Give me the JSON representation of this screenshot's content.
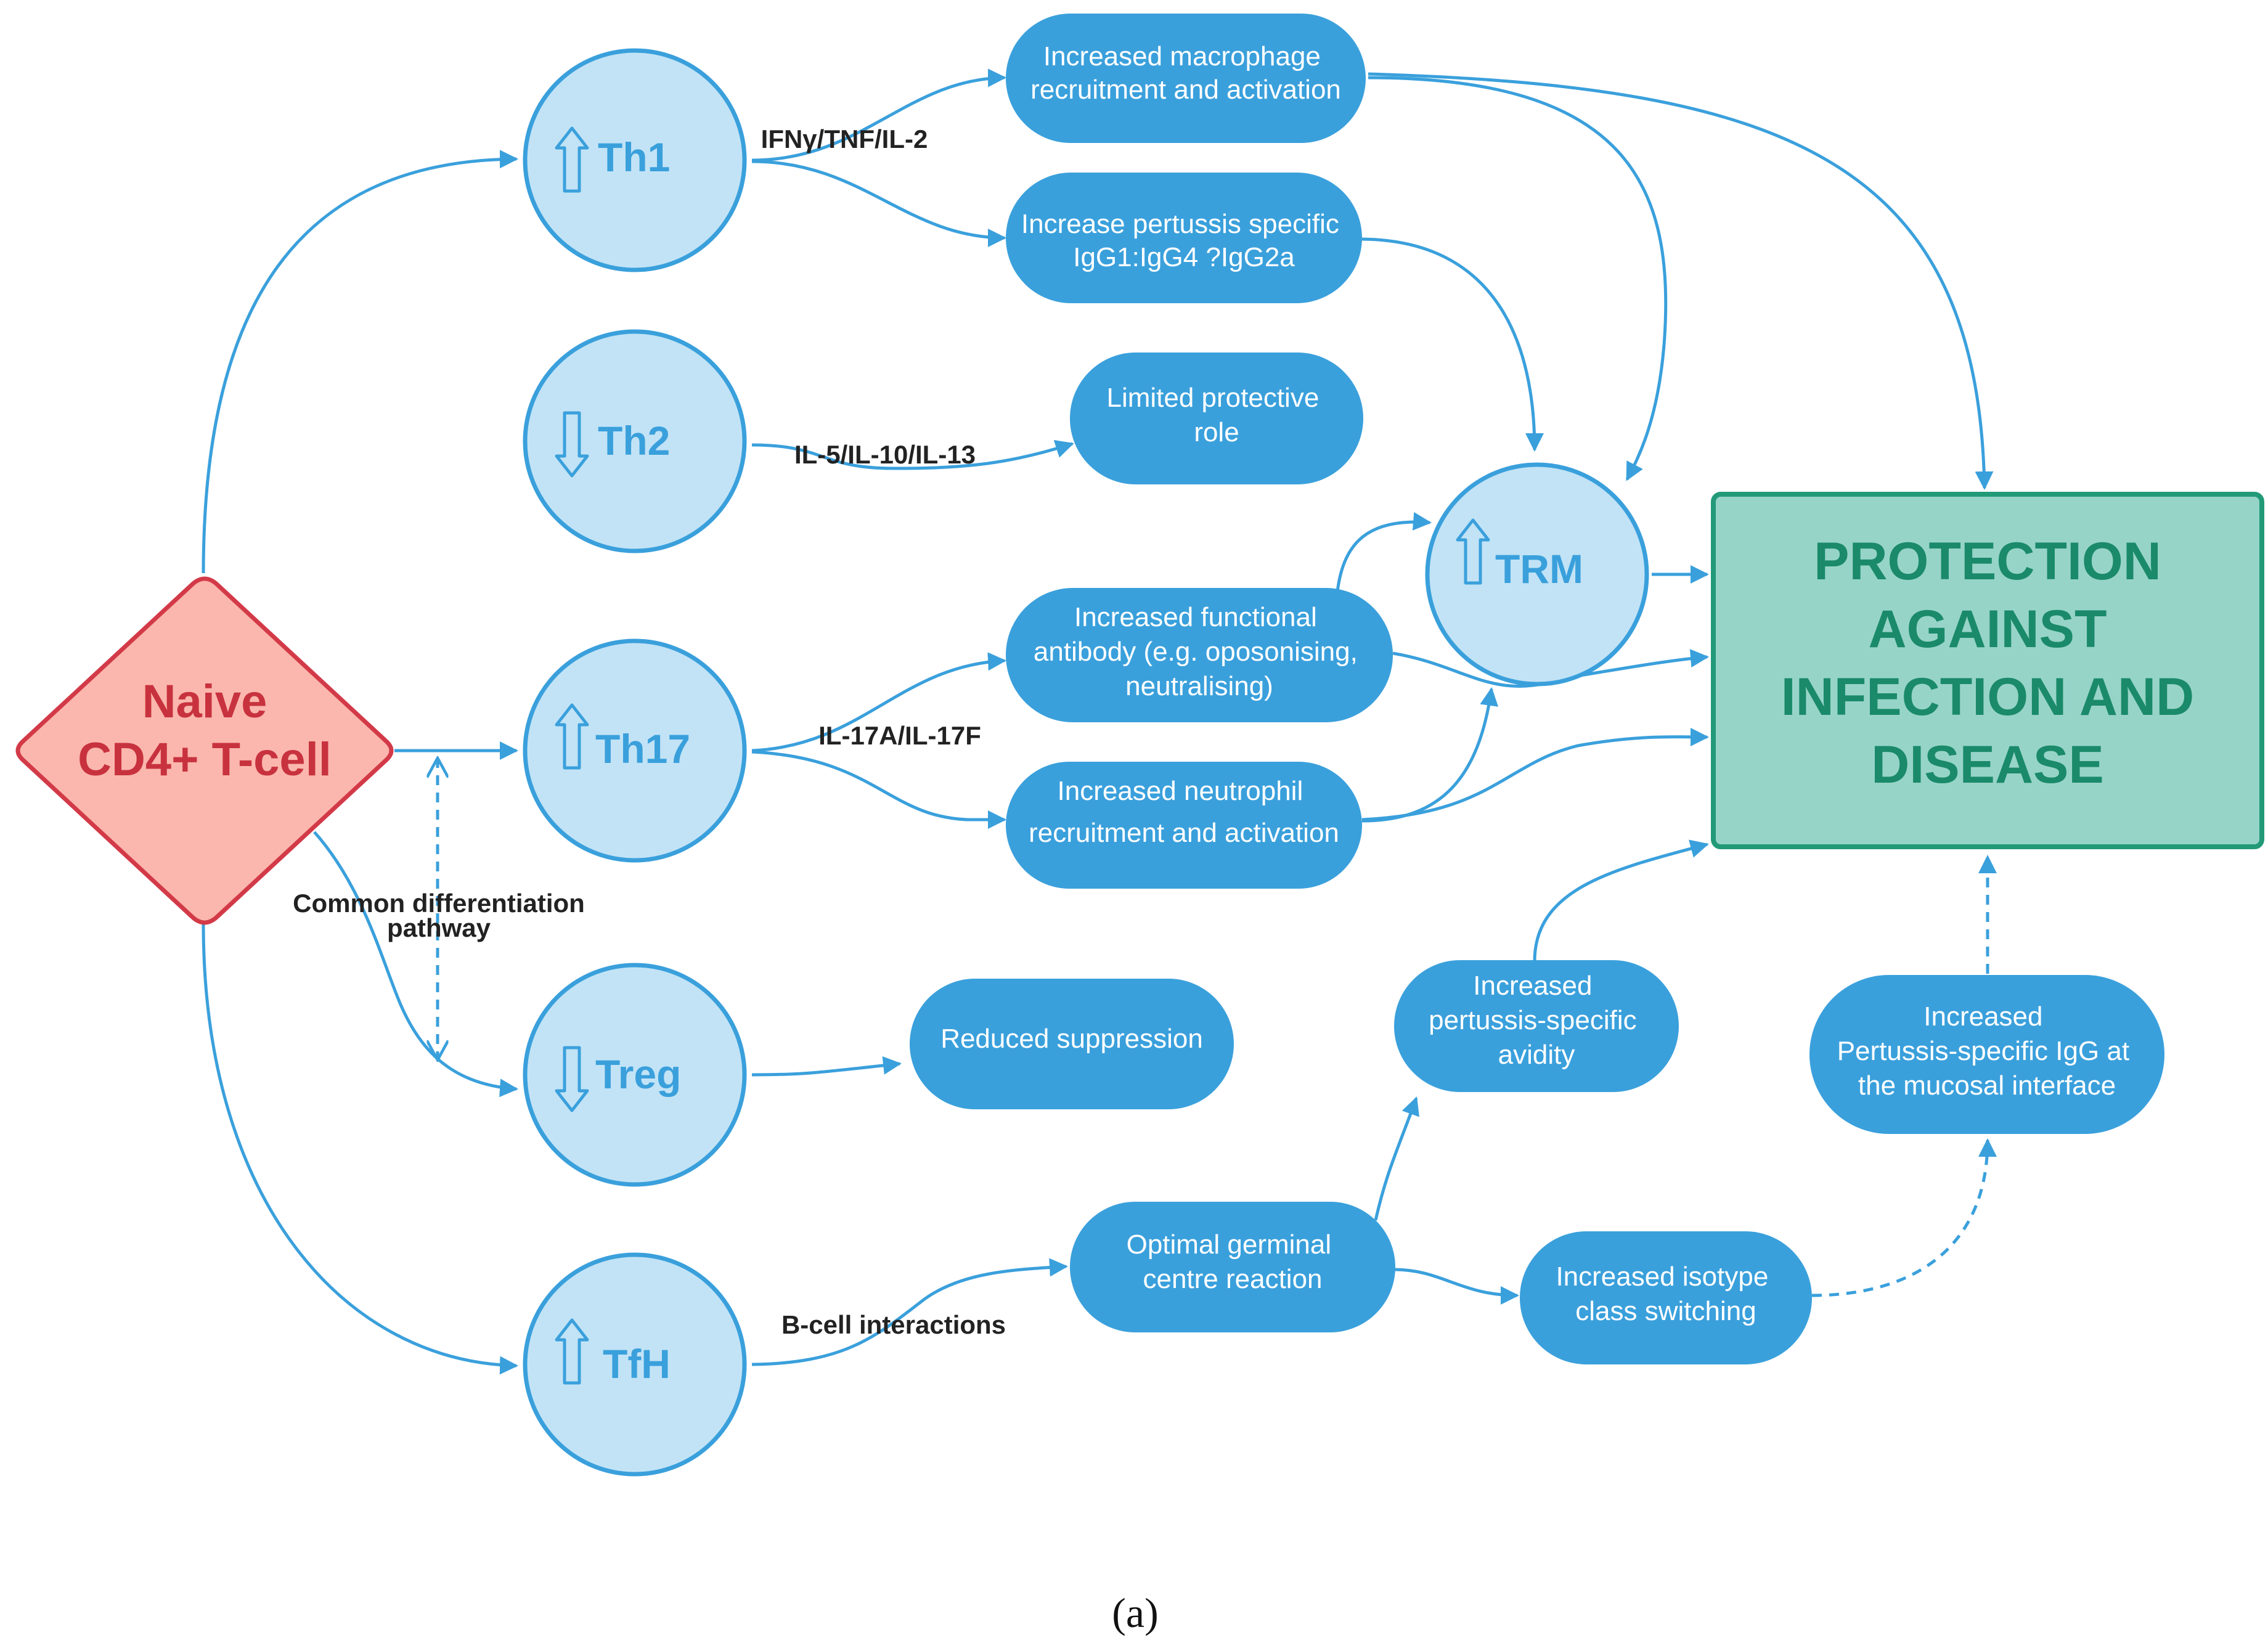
{
  "naive": {
    "line1": "Naive",
    "line2": "CD4+ T-cell"
  },
  "cells": {
    "th1": {
      "label": "Th1",
      "direction": "up"
    },
    "th2": {
      "label": "Th2",
      "direction": "down"
    },
    "th17": {
      "label": "Th17",
      "direction": "up"
    },
    "treg": {
      "label": "Treg",
      "direction": "down"
    },
    "tfh": {
      "label": "TfH",
      "direction": "up"
    },
    "trm": {
      "label": "TRM",
      "direction": "up"
    }
  },
  "edge_labels": {
    "th1_cytokines": "IFNγ/TNF/IL-2",
    "th2_cytokines": "IL-5/IL-10/IL-13",
    "th17_cytokines": "IL-17A/IL-17F",
    "common_line1": "Common differentiation",
    "common_line2": "pathway",
    "tfh_interactions": "B-cell interactions"
  },
  "outcomes": {
    "macrophage": [
      "Increased macrophage",
      "recruitment and activation"
    ],
    "igg": [
      "Increase pertussis specific",
      "IgG1:IgG4 ?IgG2a"
    ],
    "limited": [
      "Limited protective",
      "role"
    ],
    "functional": [
      "Increased functional",
      "antibody (e.g. oposonising,",
      "neutralising)"
    ],
    "neutrophil": [
      "Increased neutrophil",
      "recruitment and activation"
    ],
    "reduced": [
      "Reduced suppression"
    ],
    "germinal": [
      "Optimal germinal",
      "centre reaction"
    ],
    "avidity": [
      "Increased",
      "pertussis-specific",
      "avidity"
    ],
    "isotype": [
      "Increased isotype",
      "class switching"
    ],
    "mucosal": [
      "Increased",
      "Pertussis-specific IgG at",
      "the mucosal interface"
    ]
  },
  "protection": {
    "lines": [
      "PROTECTION",
      "AGAINST",
      "INFECTION AND",
      "DISEASE"
    ]
  },
  "caption": "(a)",
  "colors": {
    "arrow": "#3aa0dc",
    "cell_fill": "#c2e3f6",
    "pill_fill": "#3aa0dc",
    "naive_fill": "#fbb7ad",
    "naive_stroke": "#d33a48",
    "naive_text": "#c8323f",
    "protection_fill": "#97d4c8",
    "protection_stroke": "#229a78",
    "protection_text": "#1a8a6a"
  }
}
